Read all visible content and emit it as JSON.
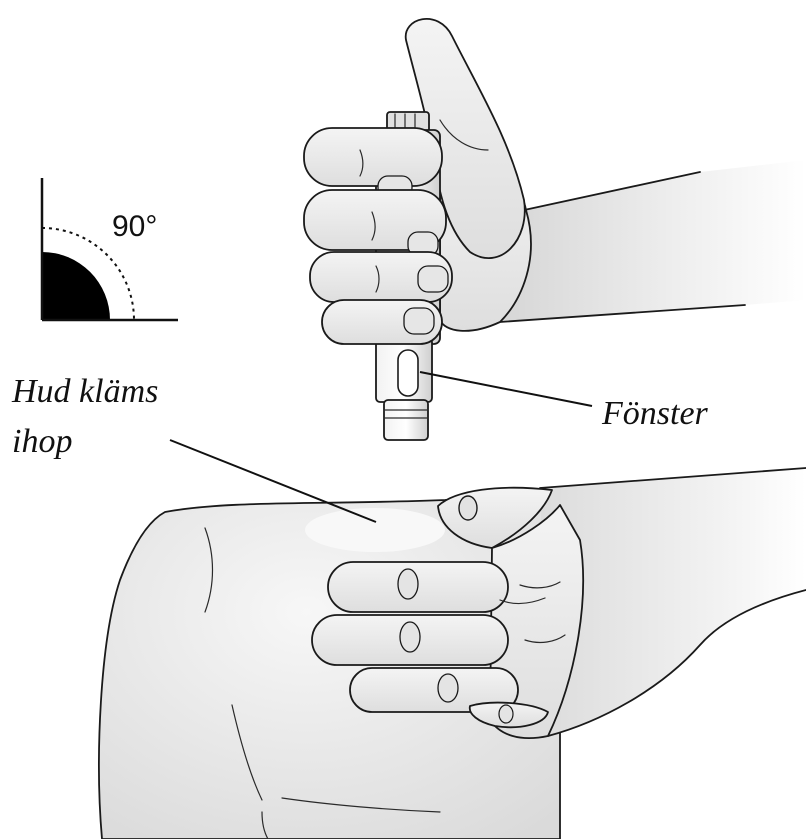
{
  "labels": {
    "angle": "90°",
    "skin_pinched": [
      "Hud kläms",
      "ihop"
    ],
    "window": "Fönster"
  },
  "colors": {
    "line": "#1a1a1a",
    "skin_fill": "#ececec",
    "angle_fill": "#000000"
  }
}
